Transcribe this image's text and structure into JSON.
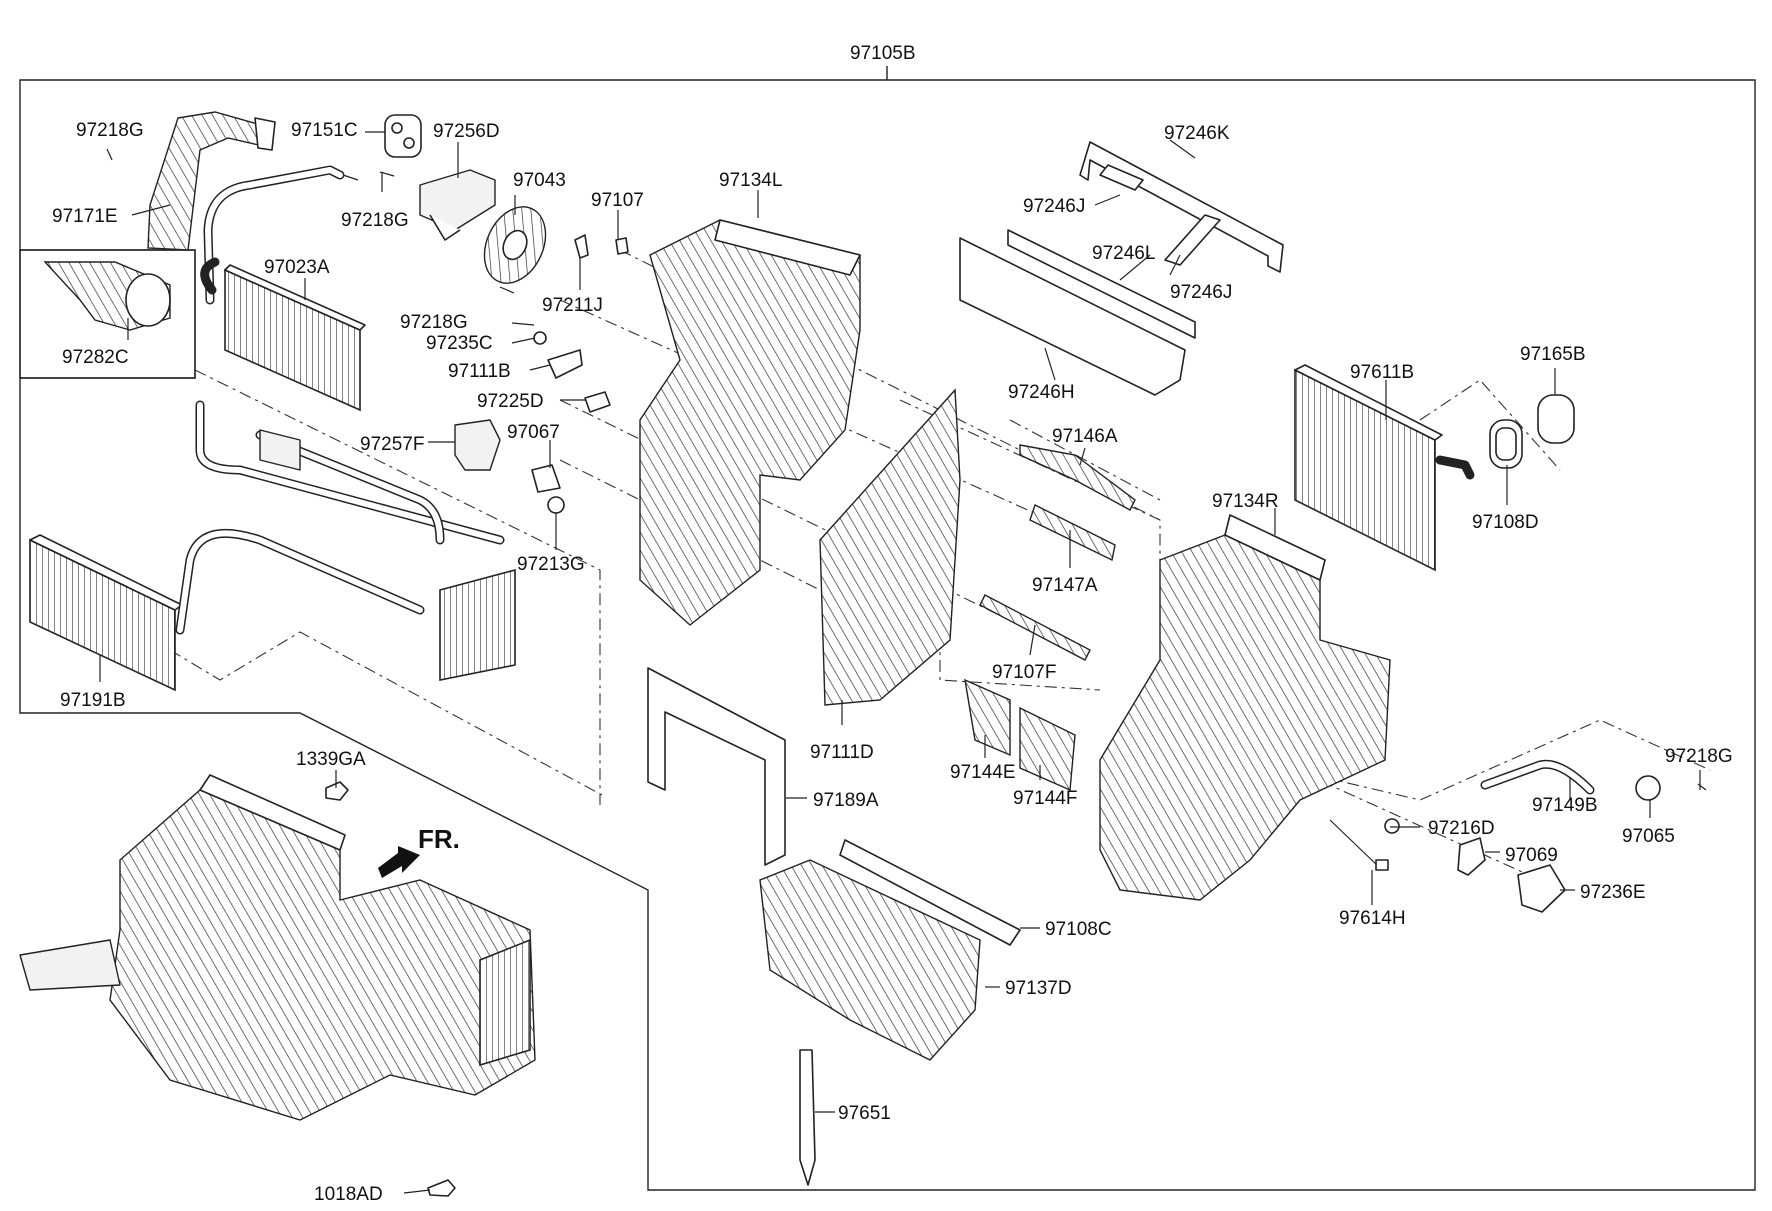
{
  "diagram": {
    "assembly_label": "97105B",
    "front_indicator": "FR.",
    "part_labels": [
      "97218G",
      "97151C",
      "97256D",
      "97043",
      "97171E",
      "97218G",
      "97107",
      "97134L",
      "97023A",
      "97282C",
      "97211J",
      "97218G",
      "97235C",
      "97111B",
      "97225D",
      "97257F",
      "97067",
      "97213G",
      "97191B",
      "97246K",
      "97246J",
      "97246L",
      "97246J",
      "97246H",
      "97146A",
      "97147A",
      "97107F",
      "97111D",
      "97144E",
      "97144F",
      "97189A",
      "97611B",
      "97165B",
      "97108D",
      "97134R",
      "97218G",
      "97149B",
      "97065",
      "97216D",
      "97069",
      "97236E",
      "97614H",
      "97108C",
      "97137D",
      "97651",
      "1339GA",
      "1018AD"
    ]
  }
}
